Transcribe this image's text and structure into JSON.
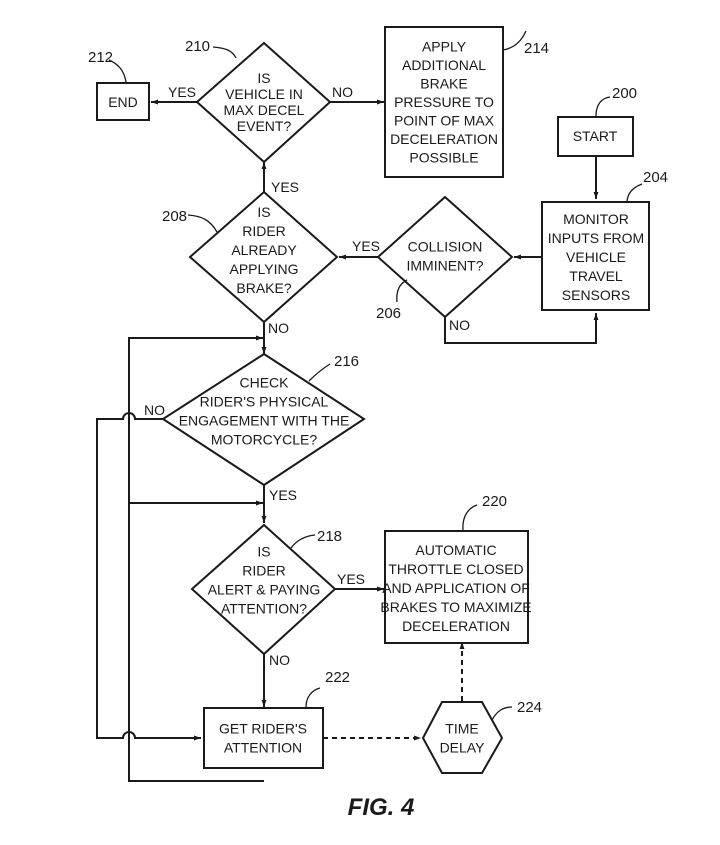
{
  "figure_label": "FIG. 4",
  "nodes": {
    "start": {
      "ref": "200",
      "lines": [
        "START"
      ]
    },
    "monitor": {
      "ref": "204",
      "lines": [
        "MONITOR",
        "INPUTS FROM",
        "VEHICLE",
        "TRAVEL",
        "SENSORS"
      ]
    },
    "collision": {
      "ref": "206",
      "lines": [
        "COLLISION",
        "IMMINENT?"
      ]
    },
    "already_braking": {
      "ref": "208",
      "lines": [
        "IS",
        "RIDER",
        "ALREADY",
        "APPLYING",
        "BRAKE?"
      ]
    },
    "max_decel": {
      "ref": "210",
      "lines": [
        "IS",
        "VEHICLE IN",
        "MAX DECEL",
        "EVENT?"
      ]
    },
    "end": {
      "ref": "212",
      "lines": [
        "END"
      ]
    },
    "apply_brake": {
      "ref": "214",
      "lines": [
        "APPLY",
        "ADDITIONAL",
        "BRAKE",
        "PRESSURE TO",
        "POINT OF MAX",
        "DECELERATION",
        "POSSIBLE"
      ]
    },
    "engagement": {
      "ref": "216",
      "lines": [
        "CHECK",
        "RIDER'S PHYSICAL",
        "ENGAGEMENT WITH THE",
        "MOTORCYCLE?"
      ]
    },
    "alert": {
      "ref": "218",
      "lines": [
        "IS",
        "RIDER",
        "ALERT & PAYING",
        "ATTENTION?"
      ]
    },
    "auto_throttle": {
      "ref": "220",
      "lines": [
        "AUTOMATIC",
        "THROTTLE CLOSED",
        "AND APPLICATION OF",
        "BRAKES TO MAXIMIZE",
        "DECELERATION"
      ]
    },
    "get_attention": {
      "ref": "222",
      "lines": [
        "GET RIDER'S",
        "ATTENTION"
      ]
    },
    "time_delay": {
      "ref": "224",
      "lines": [
        "TIME",
        "DELAY"
      ]
    }
  },
  "edge_labels": {
    "max_decel_yes": "YES",
    "max_decel_no": "NO",
    "already_braking_yes": "YES",
    "already_braking_no": "NO",
    "collision_yes": "YES",
    "collision_no": "NO",
    "engagement_no": "NO",
    "engagement_yes": "YES",
    "alert_yes": "YES",
    "alert_no": "NO"
  }
}
